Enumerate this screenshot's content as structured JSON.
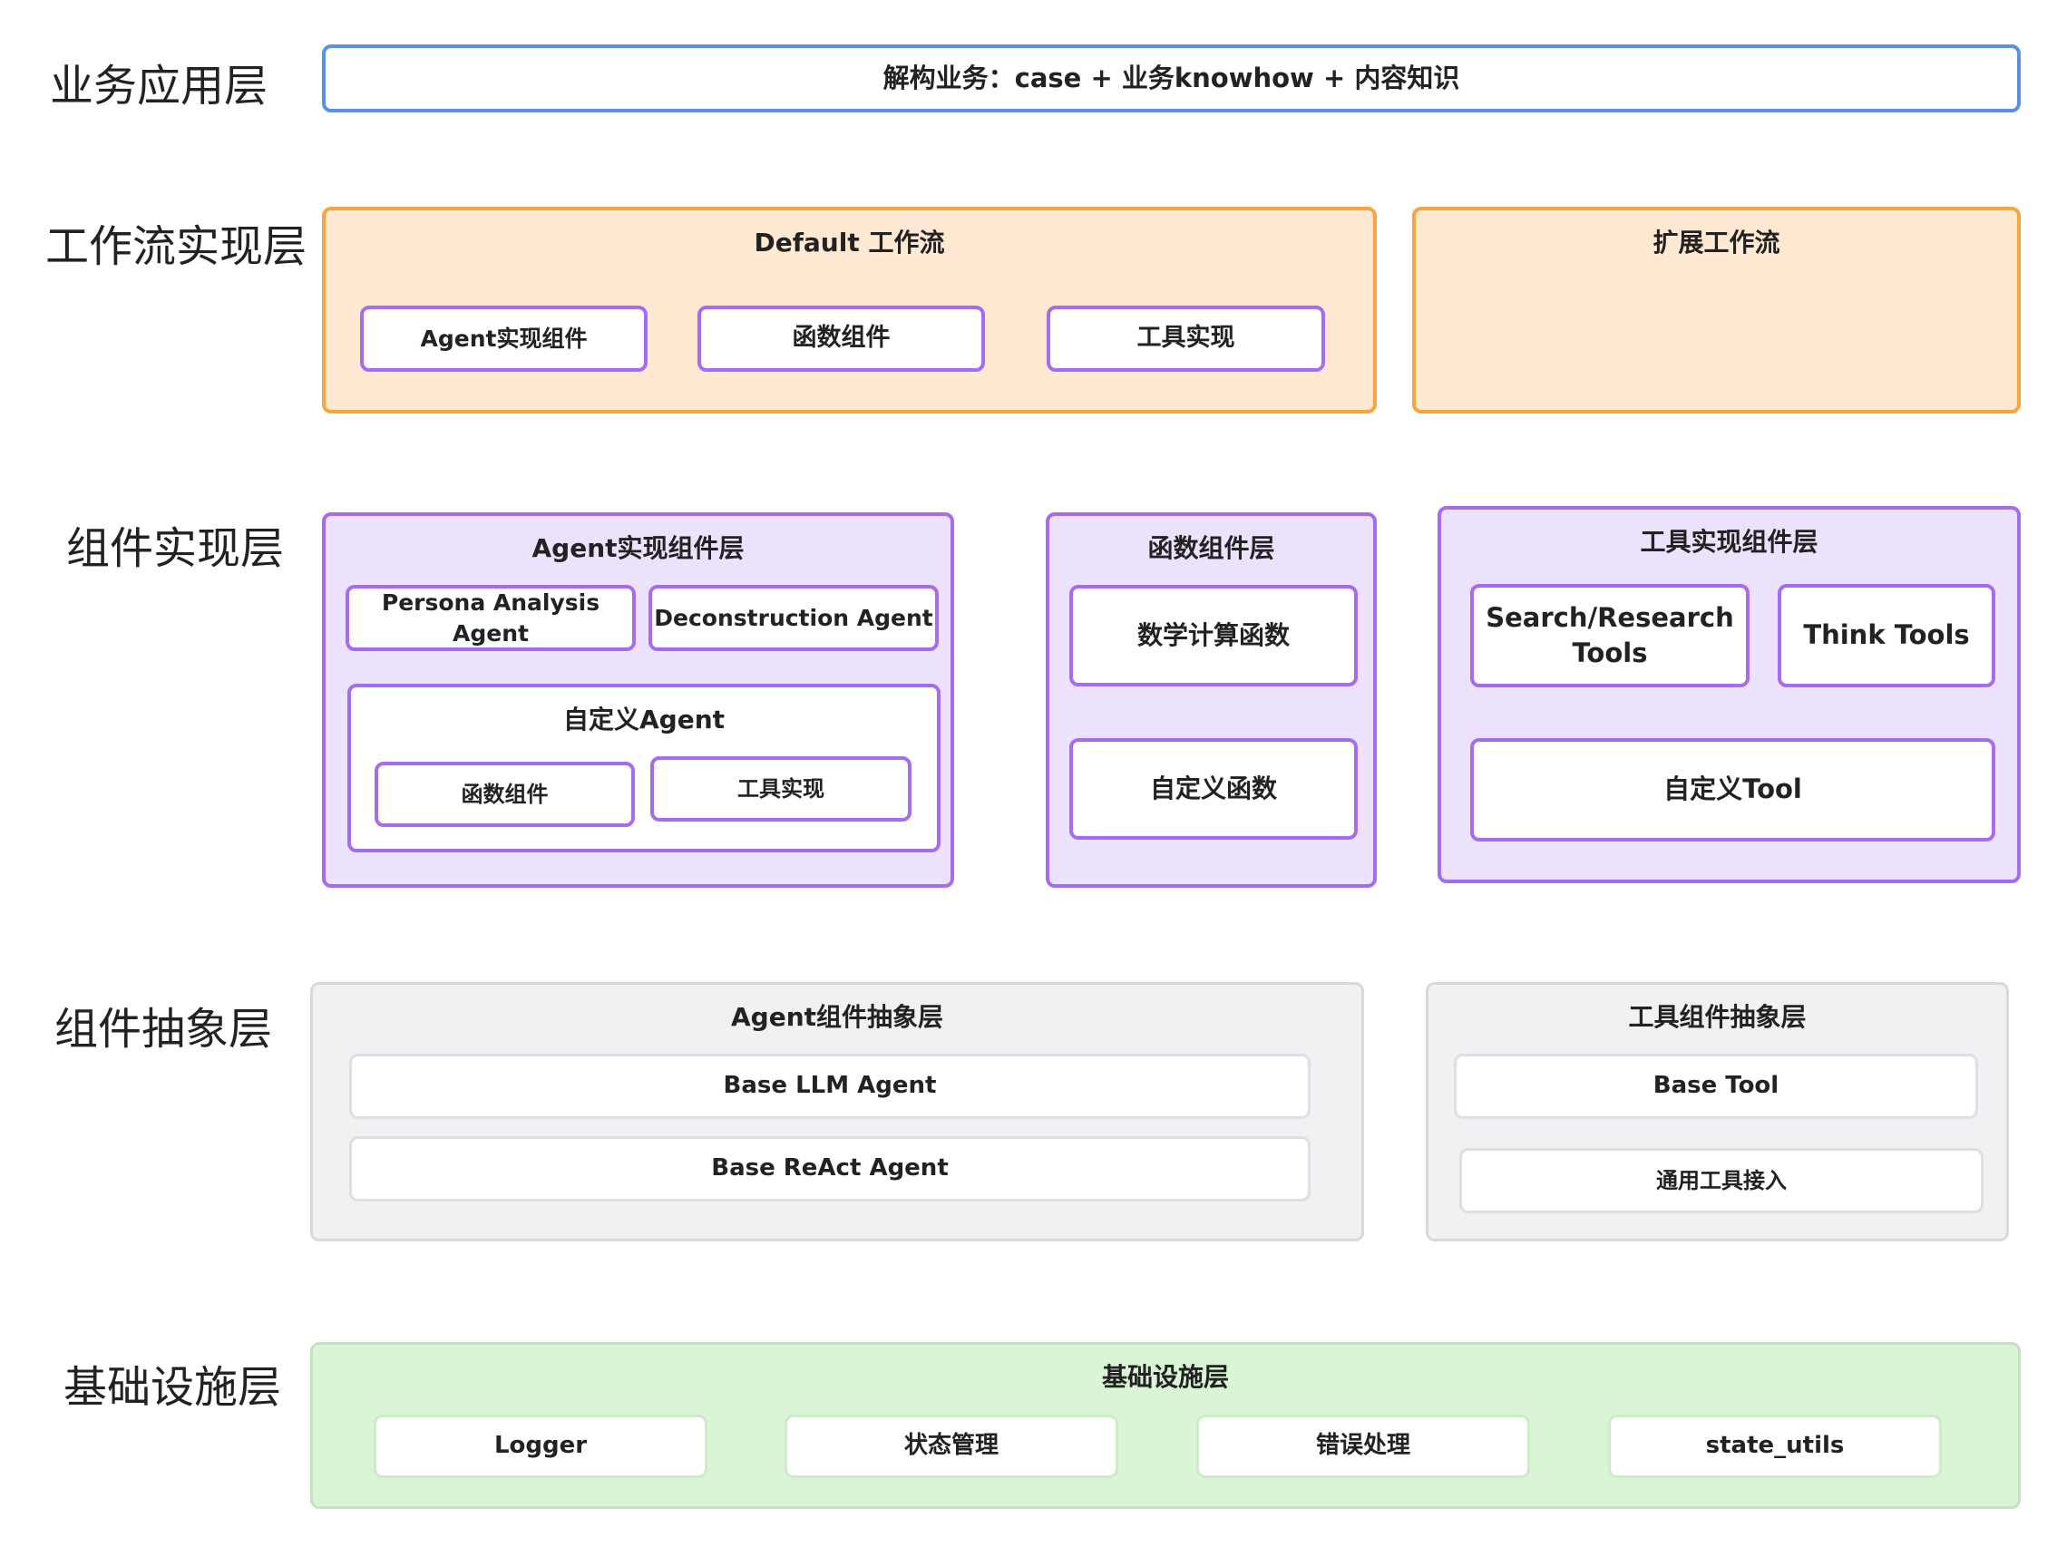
{
  "layers": {
    "business": "业务应用层",
    "workflow": "工作流实现层",
    "component_impl": "组件实现层",
    "component_abstract": "组件抽象层",
    "infrastructure": "基础设施层"
  },
  "business": {
    "label": "解构业务：case  +  业务knowhow + 内容知识"
  },
  "workflow": {
    "default": {
      "title": "Default 工作流",
      "items": [
        "Agent实现组件",
        "函数组件",
        "工具实现"
      ]
    },
    "extended": {
      "title": "扩展工作流"
    }
  },
  "component_impl": {
    "agent": {
      "title": "Agent实现组件层",
      "items": [
        "Persona Analysis Agent",
        "Deconstruction Agent"
      ],
      "custom": {
        "title": "自定义Agent",
        "items": [
          "函数组件",
          "工具实现"
        ]
      }
    },
    "function": {
      "title": "函数组件层",
      "items": [
        "数学计算函数",
        "自定义函数"
      ]
    },
    "tool": {
      "title": "工具实现组件层",
      "items": [
        "Search/Research Tools",
        "Think Tools",
        "自定义Tool"
      ]
    }
  },
  "component_abstract": {
    "agent": {
      "title": "Agent组件抽象层",
      "items": [
        "Base LLM Agent",
        "Base ReAct Agent"
      ]
    },
    "tool": {
      "title": "工具组件抽象层",
      "items": [
        "Base Tool",
        "通用工具接入"
      ]
    }
  },
  "infrastructure": {
    "title": "基础设施层",
    "items": [
      "Logger",
      "状态管理",
      "错误处理",
      "state_utils"
    ]
  },
  "colors": {
    "business_border": "#5b8fe8",
    "workflow_border": "#f5a640",
    "workflow_fill": "#ffe9d2",
    "component_border": "#a66cf0",
    "component_fill": "#ede2fd",
    "abstract_fill": "#f0f1f3",
    "infra_fill": "#d9f5d5"
  }
}
